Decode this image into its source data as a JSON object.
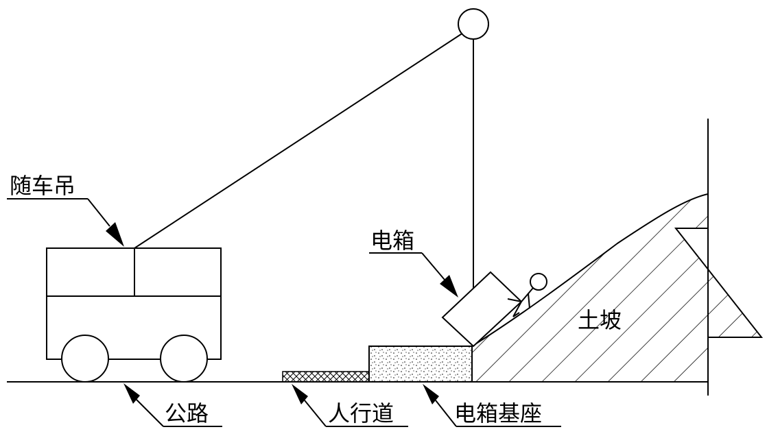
{
  "labels": {
    "crane": "随车吊",
    "box": "电箱",
    "slope": "土坡",
    "road": "公路",
    "sidewalk": "人行道",
    "base": "电箱基座"
  }
}
